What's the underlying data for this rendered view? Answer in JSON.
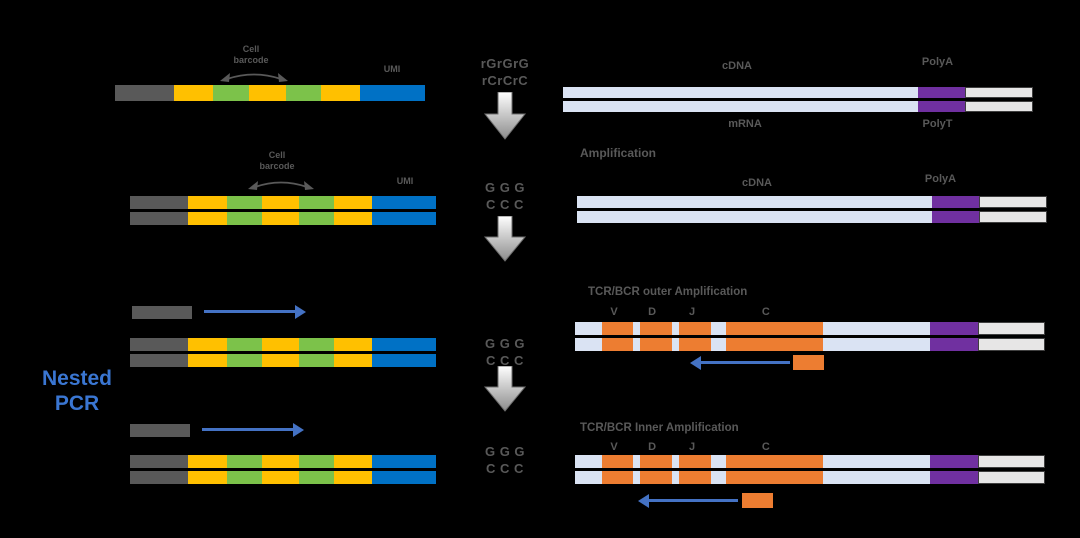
{
  "palette": {
    "background": "#000000",
    "dark_gray": "#595959",
    "yellow": "#FFC000",
    "green": "#7CC24A",
    "blue": "#0071C5",
    "lavender": "#DAE3F3",
    "purple": "#7030A0",
    "light_gray": "#E7E6E6",
    "orange": "#ED7D31",
    "primer_arrow_blue": "#4472C4",
    "label_gray": "#595959",
    "nested_pcr_blue": "#3A76D2"
  },
  "nested_pcr_label": "Nested\nPCR",
  "left": {
    "row1": {
      "cell_barcode": "Cell\nbarcode",
      "umi": "UMI"
    },
    "row2": {
      "cell_barcode": "Cell\nbarcode",
      "umi": "UMI"
    }
  },
  "middle": {
    "step1": {
      "line1": "rGrGrG",
      "line2": "rCrCrC"
    },
    "step2": {
      "line1": "G G G",
      "line2": "C C C"
    },
    "step3": {
      "line1": "G G G",
      "line2": "C C C"
    },
    "step4": {
      "line1": "G G G",
      "line2": "C C C"
    }
  },
  "right": {
    "row1": {
      "cdna": "cDNA",
      "polya": "PolyA",
      "mrna": "mRNA",
      "polyt": "PolyT"
    },
    "row2": {
      "title": "Amplification",
      "cdna": "cDNA",
      "polya": "PolyA"
    },
    "row3": {
      "title": "TCR/BCR outer Amplification",
      "v": "V",
      "d": "D",
      "j": "J",
      "c": "C"
    },
    "row4": {
      "title": "TCR/BCR Inner Amplification",
      "v": "V",
      "d": "D",
      "j": "J",
      "c": "C"
    }
  },
  "bars": {
    "barcode": {
      "segments": [
        {
          "color": "dark_gray",
          "w": 19
        },
        {
          "color": "yellow",
          "w": 12.7
        },
        {
          "color": "green",
          "w": 11.6
        },
        {
          "color": "yellow",
          "w": 12
        },
        {
          "color": "green",
          "w": 11.3
        },
        {
          "color": "yellow",
          "w": 12.4
        },
        {
          "color": "blue",
          "w": 21
        }
      ]
    },
    "cdna": {
      "segments": [
        {
          "color": "lavender",
          "w": 75.5
        },
        {
          "color": "purple",
          "w": 10
        },
        {
          "color": "light_gray",
          "w": 14.5,
          "outlined": true
        }
      ]
    },
    "vdjc": {
      "segments": [
        {
          "color": "lavender",
          "w": 5.7
        },
        {
          "color": "orange",
          "w": 6.6
        },
        {
          "color": "lavender",
          "w": 1.5
        },
        {
          "color": "orange",
          "w": 6.8
        },
        {
          "color": "lavender",
          "w": 1.5
        },
        {
          "color": "orange",
          "w": 6.8
        },
        {
          "color": "lavender",
          "w": 3.2
        },
        {
          "color": "orange",
          "w": 20.6
        },
        {
          "color": "lavender",
          "w": 22.8
        },
        {
          "color": "purple",
          "w": 10.2
        },
        {
          "color": "light_gray",
          "w": 14.3,
          "outlined": true
        }
      ]
    }
  }
}
